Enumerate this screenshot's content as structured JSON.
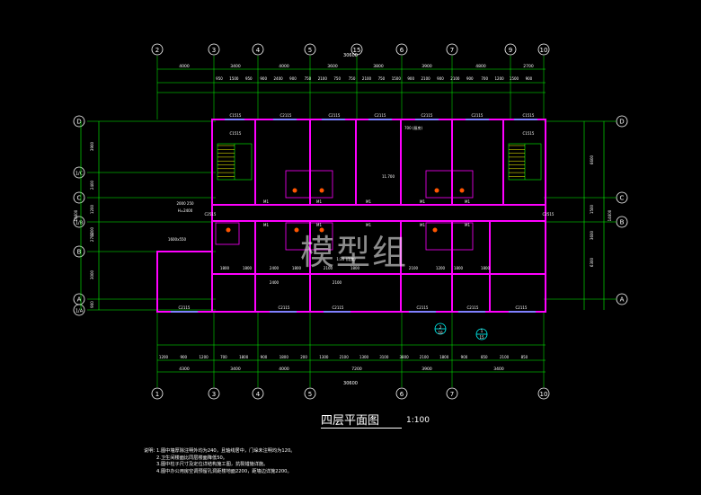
{
  "title": "四层平面图",
  "scale": "1:100",
  "watermark": "模型组",
  "axes_top": [
    "2",
    "3",
    "4",
    "5",
    "15",
    "6",
    "7",
    "9",
    "10"
  ],
  "axes_bottom": [
    "1",
    "3",
    "4",
    "5",
    "6",
    "7",
    "10"
  ],
  "axes_left": [
    "D",
    "1/C",
    "C",
    "1/B",
    "B",
    "A",
    "1/A"
  ],
  "axes_right": [
    "D",
    "C",
    "B",
    "A"
  ],
  "dim_top_total": "30600",
  "dim_top_row1": [
    "4000",
    "3400",
    "4000",
    "3600",
    "3800",
    "3900",
    "4800",
    "2700"
  ],
  "dim_top_row2": [
    "950",
    "1500",
    "950",
    "900",
    "2400",
    "900",
    "750",
    "2100",
    "750",
    "750",
    "2100",
    "750",
    "1500",
    "900",
    "2100",
    "900",
    "2100",
    "900",
    "700",
    "1200",
    "1500",
    "900"
  ],
  "dim_bottom_row1": [
    "1200",
    "900",
    "1200",
    "700",
    "1800",
    "900",
    "1800",
    "200",
    "1300",
    "2100",
    "1300",
    "3100",
    "3800",
    "2100",
    "1800",
    "900",
    "850",
    "2100",
    "850"
  ],
  "dim_bottom_row2": [
    "4300",
    "3400",
    "4000",
    "7200",
    "3900",
    "3400"
  ],
  "dim_bottom_total": "30600",
  "dim_left": [
    "3900",
    "2400",
    "1200",
    "1200",
    "2700",
    "3000",
    "900"
  ],
  "dim_left_total": "14600",
  "dim_right": [
    "6600",
    "1500",
    "3600",
    "6300"
  ],
  "dim_right_total": "14600",
  "window_labels": [
    "C1515",
    "C2115",
    "C2115",
    "C2115",
    "C2115",
    "C2115",
    "C1515",
    "C2115",
    "C2115",
    "C2115",
    "C2115",
    "C2115",
    "C2115",
    "C1515",
    "C1515",
    "C2515",
    "C2515"
  ],
  "door_labels": [
    "M1",
    "M1",
    "M1",
    "M1",
    "M1",
    "M1",
    "M1",
    "M1",
    "M1",
    "M1"
  ],
  "room_dims": [
    "1800",
    "1800",
    "2400",
    "1800",
    "2100",
    "1800",
    "2100",
    "1200",
    "1800",
    "1800",
    "2400",
    "2100"
  ],
  "annotations": [
    "1600x550",
    "2000 250",
    "H=2400",
    "700 (厨房)",
    "11.700",
    "1:20 (用凳)",
    "2",
    "10",
    "1",
    "15"
  ],
  "notes_label": "说明：",
  "notes": [
    "1.图中墙厚除注明外均为240，且轴线居中，门垛未注明均为120。",
    "2.卫生间楼面比同层楼面降低50。",
    "3.图中柱子尺寸及定位详结构施工图，抗裂措施详施。",
    "4.图中办公用房空调预留孔洞距楼地面2200，距墙边详施2200。"
  ],
  "colors": {
    "background": "#000000",
    "axis_line": "#00ff00",
    "wall": "#ff00ff",
    "window": "#00ffff",
    "text": "#ffffff",
    "fixture": "#ffff00",
    "highlight": "#ff5500"
  }
}
